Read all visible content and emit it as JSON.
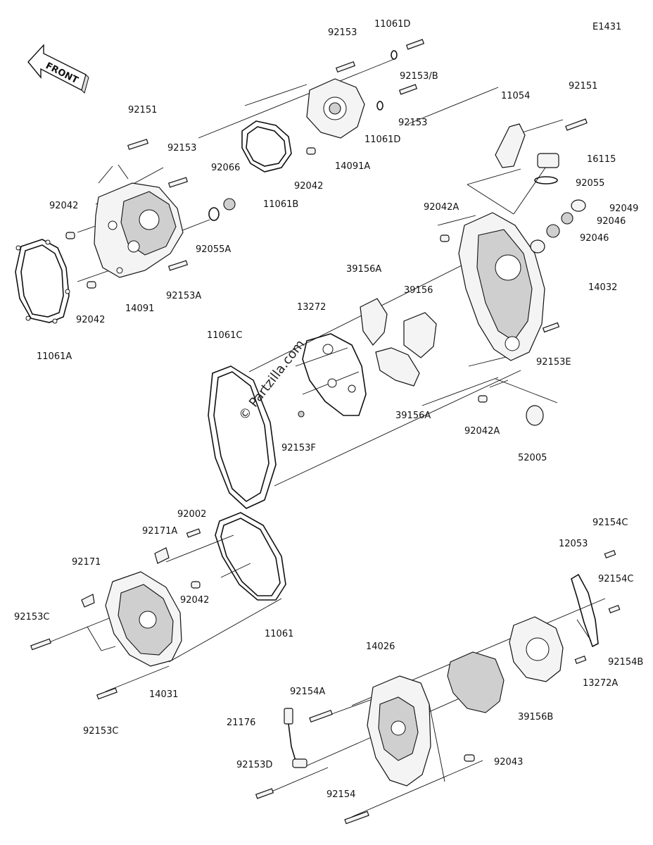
{
  "diagram_code": "E1431",
  "front_label": "FRONT",
  "watermark": "© Partzilla.com",
  "labels": {
    "l92153_top": "92153",
    "l11061D_top": "11061D",
    "l92153B": "92153/B",
    "l92153_mid": "92153",
    "l11061D_mid": "11061D",
    "l14091A": "14091A",
    "l92042_a": "92042",
    "l11061B": "11061B",
    "l92066": "92066",
    "l92151_left": "92151",
    "l92153_left": "92153",
    "l92042_left": "92042",
    "l92055A": "92055A",
    "l92153A": "92153A",
    "l92042_lower": "92042",
    "l14091": "14091",
    "l11061A": "11061A",
    "l11054": "11054",
    "l92151_right": "92151",
    "l16115": "16115",
    "l92055": "92055",
    "l92042A_top": "92042A",
    "l92049": "92049",
    "l92046_a": "92046",
    "l92046_b": "92046",
    "l39156A_top": "39156A",
    "l39156": "39156",
    "l14032": "14032",
    "l13272": "13272",
    "l11061C": "11061C",
    "l92153E": "92153E",
    "l39156A_bot": "39156A",
    "l92042A_bot": "92042A",
    "l92153F": "92153F",
    "l52005": "52005",
    "l92002": "92002",
    "l92171A": "92171A",
    "l92171": "92171",
    "l92042_c": "92042",
    "l11061": "11061",
    "l92153C_a": "92153C",
    "l14031": "14031",
    "l92153C_b": "92153C",
    "l92154C_top": "92154C",
    "l12053": "12053",
    "l92154C_mid": "92154C",
    "l14026": "14026",
    "l92154B": "92154B",
    "l13272A": "13272A",
    "l92154A": "92154A",
    "l39156B": "39156B",
    "l21176": "21176",
    "l92043": "92043",
    "l92153D": "92153D",
    "l92154": "92154"
  }
}
